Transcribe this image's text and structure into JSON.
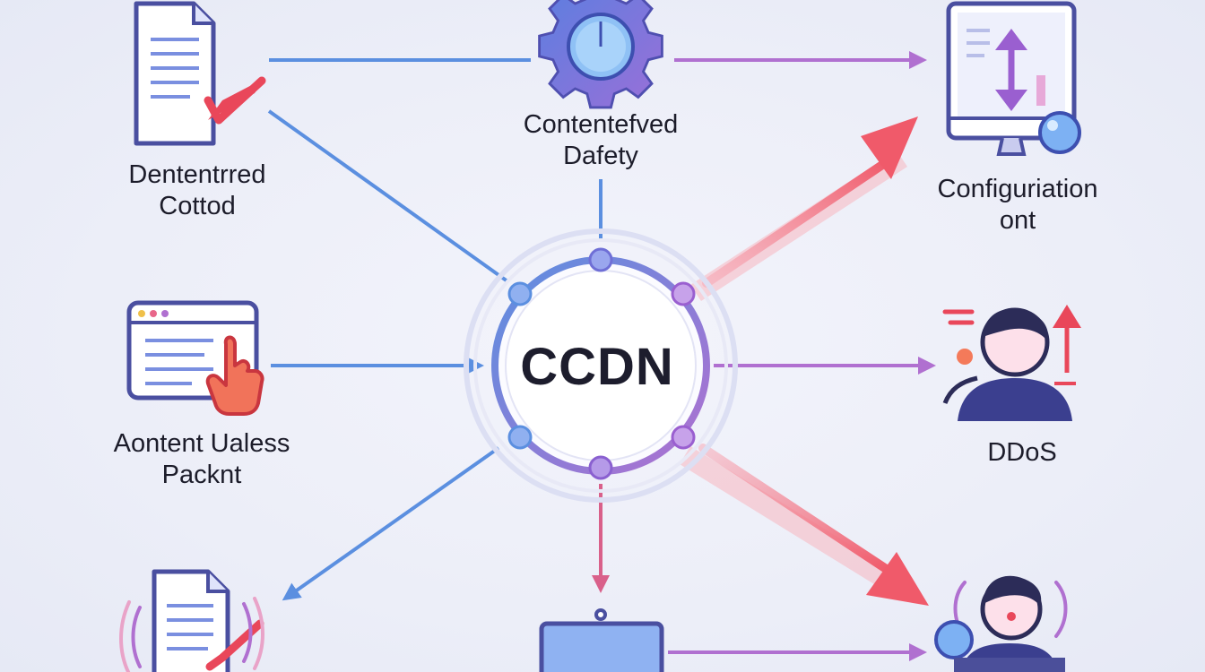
{
  "center": {
    "label": "CCDN"
  },
  "nodes": {
    "top_left": {
      "icon": "document-checkmark-icon",
      "lines": [
        "Dententrred",
        "Cottod"
      ]
    },
    "top_center": {
      "icon": "gear-icon",
      "lines": [
        "Contentefved",
        "Dafety"
      ]
    },
    "top_right": {
      "icon": "monitor-arrows-icon",
      "lines": [
        "Configuriation",
        "ont"
      ]
    },
    "mid_left": {
      "icon": "browser-click-icon",
      "lines": [
        "Aontent Ualess",
        "Packnt"
      ]
    },
    "mid_right": {
      "icon": "user-alert-icon",
      "lines": [
        "DDoS"
      ]
    },
    "bottom_left": {
      "icon": "document-warning-icon",
      "lines": []
    },
    "bottom_center": {
      "icon": "tablet-icon",
      "lines": []
    },
    "bottom_right": {
      "icon": "user-laptop-icon",
      "lines": []
    }
  },
  "colors": {
    "blue": "#5b8fe0",
    "purple": "#b070d0",
    "red": "#f05a6a",
    "ring": "#7a6fd6",
    "node_dot": "#9aa6ee"
  }
}
